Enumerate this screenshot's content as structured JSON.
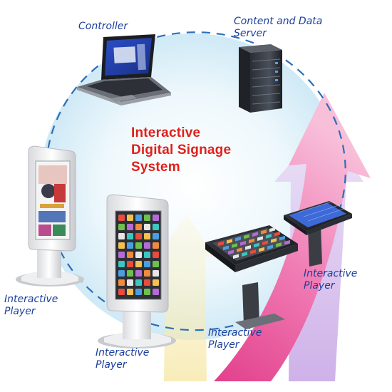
{
  "title": {
    "lines": [
      "Interactive",
      "Digital Signage",
      "System"
    ],
    "color": "#e0201a"
  },
  "labels": {
    "controller": "Controller",
    "server": [
      "Content and Data",
      "Server"
    ],
    "player_left": [
      "Interactive",
      "Player"
    ],
    "player_center": [
      "Interactive",
      "Player"
    ],
    "player_table_front": [
      "Interactive",
      "Player"
    ],
    "player_table_back": [
      "Interactive",
      "Player"
    ]
  },
  "colors": {
    "label": "#1b3f9a",
    "dash": "#2c6fb8",
    "arrow_pink": "#e8559a",
    "arrow_violet": "#b58ad8",
    "ring_fill": "#d6eef8"
  }
}
